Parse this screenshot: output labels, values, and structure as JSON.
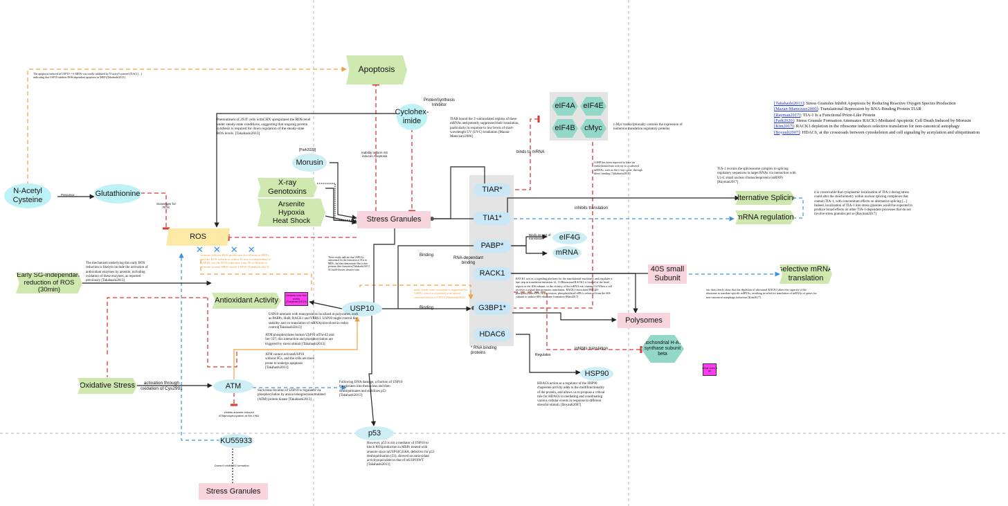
{
  "nodes": {
    "apoptosis": "Apoptosis",
    "cycloheximide": "Cyclohex-\nimide",
    "protein_synthesis_inhibitor": "ProteinSynthesis\nInhibitor",
    "morusin": "Morusin",
    "xray": "X-ray\nGenotoxins",
    "arsenite": "Arsenite\nHypoxia\nHeat Shock",
    "nac": "N-Acetyl\nCysteine",
    "glutathionine": "Glutathionine",
    "ros": "ROS",
    "stress_granules": "Stress Granules",
    "early_sg": "Early SG-independant\nreduction of ROS\n(30min)",
    "antioxidant": "Antioxidant Activity",
    "usp10": "USP10",
    "oxidative_stress": "Oxidative Stress",
    "atm": "ATM",
    "ku55933": "KU55933",
    "stress_granules_bottom": "Stress Granules",
    "p53": "p53",
    "tiar": "TIAR*",
    "tia1": "TIA1*",
    "pabp": "PABP*",
    "rack1": "RACK1",
    "g3bp1": "G3BP1*",
    "hdac6": "HDAC6",
    "elf4a": "eIF4A",
    "elf4e": "eIF4E",
    "elf4b": "eIF4B",
    "cmyc": "cMyc",
    "elf4g": "eIF4G",
    "mrna": "mRNA",
    "alt_splicing": "Alternative Splicing",
    "mrna_regulation": "mRNA regulation",
    "subunit_40s": "40S small\nSubunit",
    "selective_translation": "selective mRNA\ntranslation",
    "polysomes": "Polysomes",
    "mito_atp": "mitochondrial H-ATP\nsynthase subunit\nbeta",
    "hsp90": "HSP90",
    "magenta1": "Unclear how this\nworks\n[Takahashi2013]",
    "magenta2": "What does it\ndo"
  },
  "edge_labels": {
    "precursor": "Precursor",
    "scavenger": "Scavenger for\nROS",
    "inability_sg": "Inability to form SG\ninduces Apoptosis",
    "binds_mrna": "binds to mRNA",
    "inhibits_translation_top": "inhibits translation",
    "binds_part": "Binds as part of\ntranslation",
    "rna_binding": "RNA-dependant\nbinding",
    "binding1": "Binding",
    "binding2": "Binding",
    "activation": "activation through\noxidation of Cys2991",
    "inhibits_arsenite": "inhibits arsenite-induced\nATMphosphorylation at Ser-1981",
    "doesnt_inhibit": "Doesn't inhibit SG formation",
    "inhibits_translation_bottom": "inhibits translation",
    "regulates": "Regulates",
    "morusin_ref": "[Park2020]",
    "rna_binding_proteins": "* RNA binding\nproteins"
  },
  "notes": {
    "n_apoptosis": "The apoptosis induced in USP10 -/-S MEFs was totally inhibited by N-acetyl-cysteine (NAC) [...] indicating that USP10 inhibits ROS-dependent apoptosis in MEFs[Takahashi2013]",
    "n_chx": "Pretreatment of 293T cells withCHX upregulated the ROS level under steady-state conditions, suggesting that ongoing protein synthesis is required for down regulation of the steady-state ROS levels. [Takahashi2013]",
    "n_tiar": "TIAR bound the 3'-untranslated regions of these mRNAs and potently suppressed their translation, particularly in response to low levels of short-wavelength UV (UVC) irradiation [Mazan-Mamczarz2006]",
    "n_cmyc": "c-Myc transcriptionally controls the expression of numerous translation regulatory proteins",
    "n_g3bp": "G3BP has been reported to have an endoribonuclease activity to a subsetof mRNAs, such as the c-myc gene, through direct binding [Takahashi2013]",
    "n_tia1": "TIA-1 recruits the spliceosome complex to splicing regulatory sequences in target RNAs via interaction with U1-C small nuclear ribonucleoprotein (snRNP) [Rayman2017]",
    "n_tia1_cyto": "it is conceivable that cytoplasmic localization of TIA-1 during stress could alter the stoichiometry within nuclear splicing complexes that contain TIA-1, with concomitant effects on alternative splicing [...] Indeed, localization of TIA-1 into stress granules would be expected to produce broad effects on other TIA-1-dependent processes that do not involve stress granules per se [Rayman2017]",
    "n_rack1": "RACK1 acts as a signaling platform for the translational machinery and regulates a late step in translation initiation.12, 13 Ribosomal RACK1 is located at the head region of the 40S subunit, in the vicinity of the mRNA exit channel.14 When a cell receives a signal that promotes translation, RACK1-associated PKCβII phosphorylates eIF6. In succession, phosphorylated eIF6 is released from the 60S subunit to induce 80S ribosome formation [Kim2017]",
    "n_rack1_depl": "our data clearly show that the depletion of ribosomal RACK1 alters the capacity of the ribosome to translate specific mRNAs, resulting in selective translation of mRNAs of genes for non-canonical autophagy induction [Kim2017]",
    "n_usp10_sg": "These results indicate that USP10 is unessential for the formation of SGs in MEFs, but they demonstrate that it does promote their formation [Takahashi2013] SG build-dossier, dossifer form",
    "n_usp10_g3bp": "under steady-state conditions is suppressed by G3BP1, which is expressed at an almost constant relative to USP10 [Takahashi2013]",
    "n_arsenite": "arsenite reduces ROS production for 60 min in MEFs, and the ROS reduction within 30 min is independent of USP10, but the ROS reduction from 30 to 60 min in arsenite-treated MEFs needs USP10 [Takahashi2013]",
    "n_early": "The mechanism underlying this early ROS reduction is likelyto include the activation of antioxidant enzymes by arsenite, including oxidation of these enzymes, as reported previously [Takahashi2013]",
    "n_usp10_poly": "USP10 interacts with manyproteins localized at polysomes, such as PABPs, HuR, RACK1 and YBRS1. USP10 might control the stability and /or translation of mRNA(s)involved in redox control[Takahashi2013]",
    "n_atm_phos": "ATM phosphorylates human USP10 atThr-42 and Ser-337; this interaction and phosphorylation are triggered by stress stimuli [Takahashi2013]",
    "n_atm_sg": "ATM cannot activateUSP10 without SGs, and the cells are more prone to undergo apoptosis [Takahashi2013]",
    "n_atm_trans": "Such trans-location of USP10 is regulated via phosphorylation by ataxia telangiectasia mutated (ATM) protein kinase [Takahashi2013]",
    "n_dna": "Following DNA damage, a fraction of USP10 translocates into thenucleus and then deubiquitinates and stabilizes p53 [Takahashi2013]",
    "n_p53": "However, p53 is not a mediator of USP10 to block ROSproduction in MEFs treated with arsenite since mUSP10C418A, defective for p53 deubiquitination (33), showed an antioxidant activityequivalent to that of mUSP10WT [Takahashi2013]",
    "n_hdac6": "HDAC6 action as a regulator of the HSP90 chaperone activity adds to the multifunctionality of the protein, and allows us to propose a critical role for HDAC6 in mediating and coordinating various cellular events in response to different stressful stimuli. [Boyault2007]"
  },
  "references": [
    {
      "key": "[Takahashi2013]",
      "text": ": Stress Granules Inhibit Apoptosis by Reducing Reactive Oxygen Species Production"
    },
    {
      "key": "[Mazan-Mamczarz2006]",
      "text": ": Translational Repression by RNA-Binding Protein TIAR"
    },
    {
      "key": "[Rayman2017]",
      "text": ": TIA-1 Is a Functional Prion-Like Protein"
    },
    {
      "key": "[Park2020]",
      "text": ": Stress Granule Formation Attenuates RACK1-Mediated Apoptotic Cell Death Induced by Morusin"
    },
    {
      "key": "[Kim2017]",
      "text": ": RACK1 depletion in the ribosome induces selective translation for non-canonical autophagy"
    },
    {
      "key": "[Boyault2007]",
      "text": ": HDAC6, at the crossroads between cytoskeleton and cell signaling by acetylation and ubiquitination"
    }
  ],
  "colors": {
    "red": "#d93a32",
    "orange": "#f0a040",
    "blue": "#3a90e0",
    "black": "#222222",
    "green_node": "#cfe8b0",
    "pink_node": "#f8d4dc",
    "yellow_node": "#fde9a6",
    "hex_node": "#92d7c8"
  }
}
